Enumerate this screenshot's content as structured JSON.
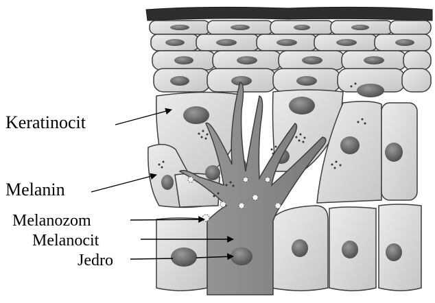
{
  "labels": {
    "keratinocit": "Keratinocit",
    "melanin": "Melanin",
    "melanozom": "Melanozom",
    "melanocit": "Melanocit",
    "jedro": "Jedro"
  },
  "colors": {
    "background": "#ffffff",
    "keratinocyte_fill": "#d9d9d9",
    "melanocyte_fill": "#8a8a8a",
    "nucleus_fill": "#5e5e5e",
    "outline": "#3c3c3c",
    "top_layer": "#2e2e2e"
  }
}
